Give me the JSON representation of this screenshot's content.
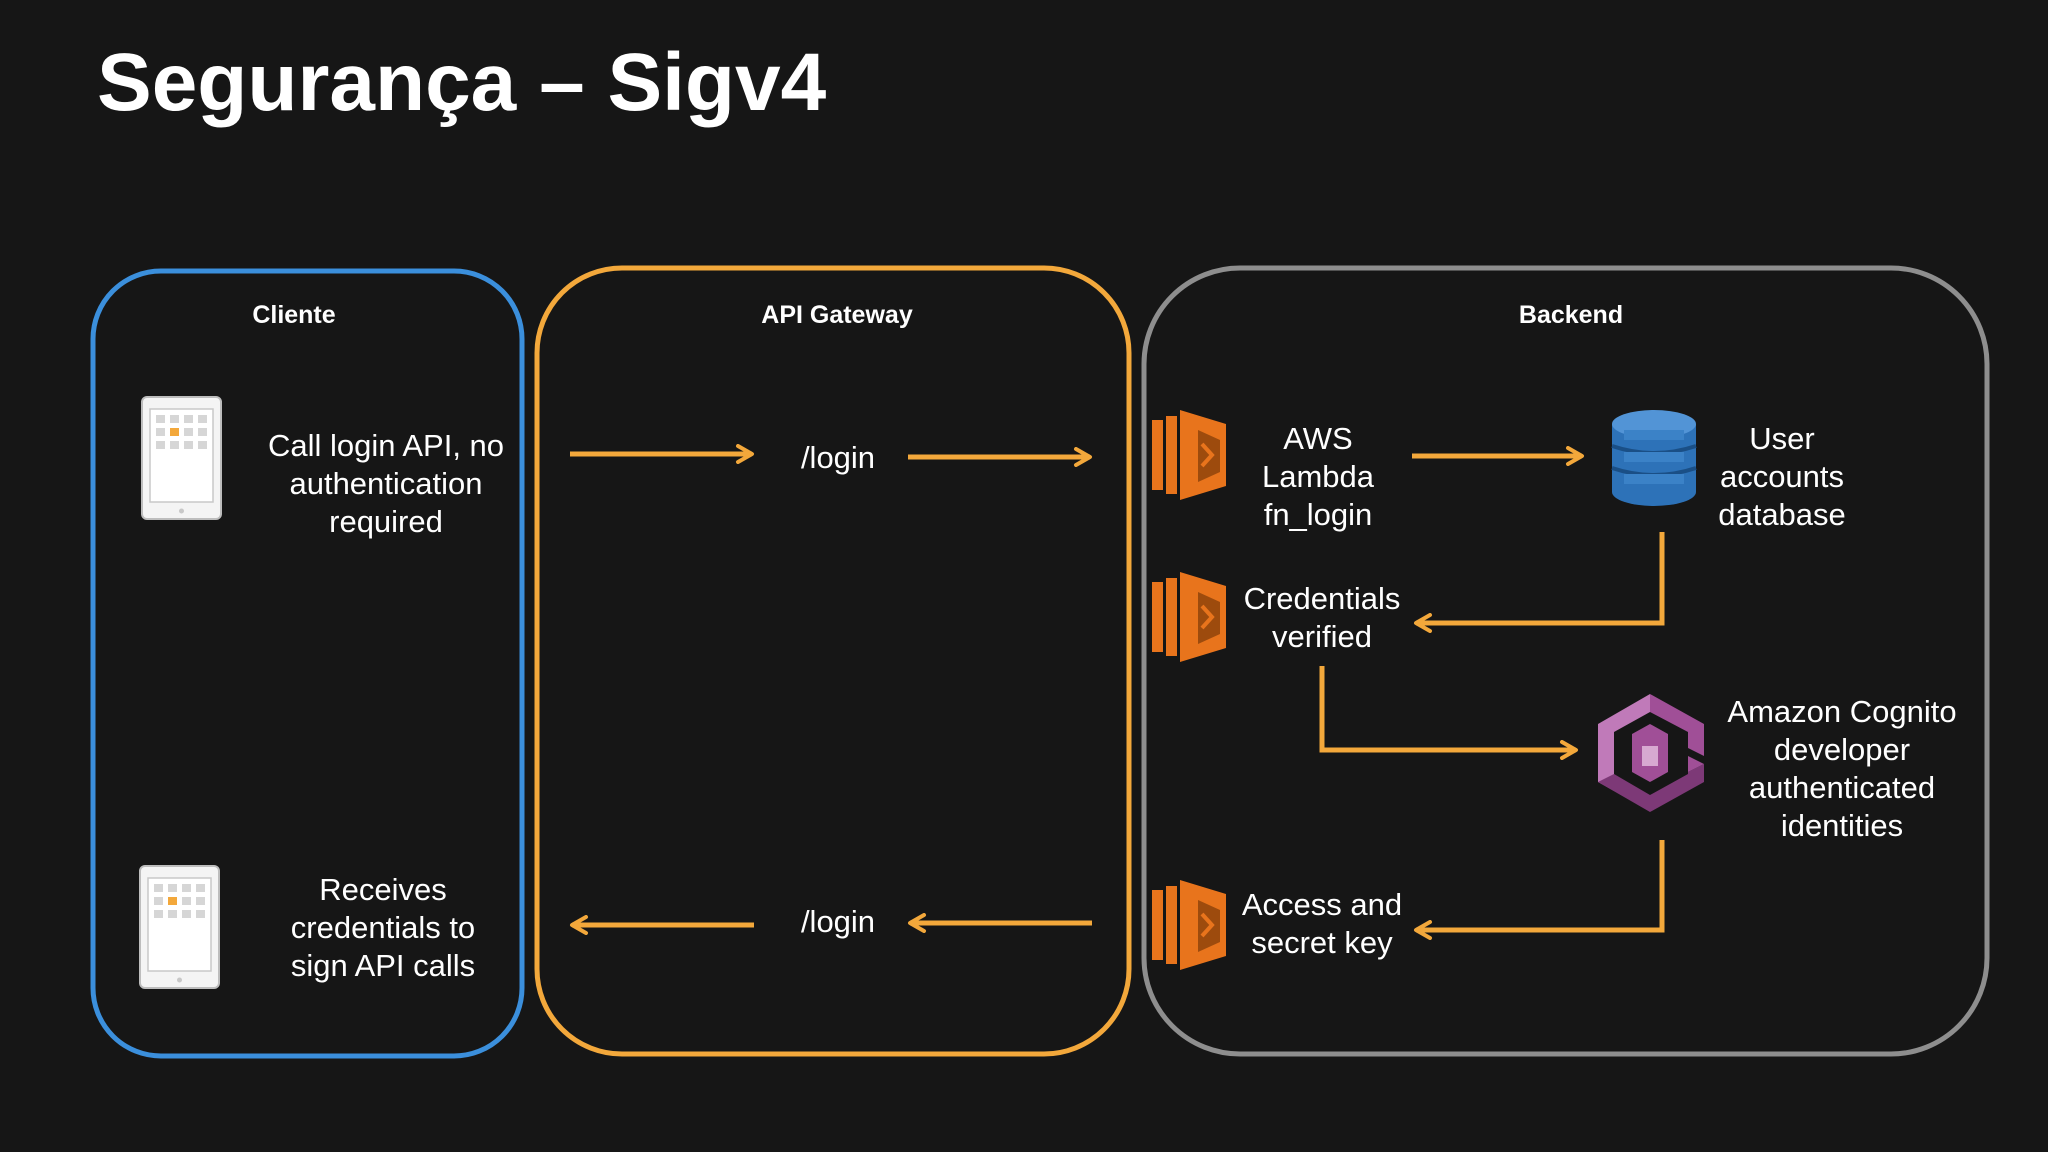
{
  "title": "Segurança – Sigv4",
  "colors": {
    "background": "#161616",
    "client_border": "#3b8fdc",
    "gateway_border": "#f3a83b",
    "backend_border": "#8e8e8e",
    "arrow": "#f3a83b",
    "lambda": "#e8741c",
    "dynamodb": "#2d72b8",
    "cognito": "#a04f97"
  },
  "columns": {
    "client": "Cliente",
    "gateway": "API Gateway",
    "backend": "Backend"
  },
  "client": {
    "step1": "Call login API, no\nauthentication\nrequired",
    "step2": "Receives\ncredentials to\nsign API calls",
    "device_icon": "tablet-icon"
  },
  "gateway": {
    "route_in": "/login",
    "route_out": "/login"
  },
  "backend": {
    "lambda_label": "AWS\nLambda\nfn_login",
    "database_label": "User\naccounts\ndatabase",
    "verified_label": "Credentials\nverified",
    "cognito_label": "Amazon Cognito\ndeveloper\nauthenticated\nidentities",
    "keys_label": "Access and\nsecret key",
    "lambda_icon": "aws-lambda-icon",
    "database_icon": "dynamodb-icon",
    "cognito_icon": "amazon-cognito-icon"
  }
}
